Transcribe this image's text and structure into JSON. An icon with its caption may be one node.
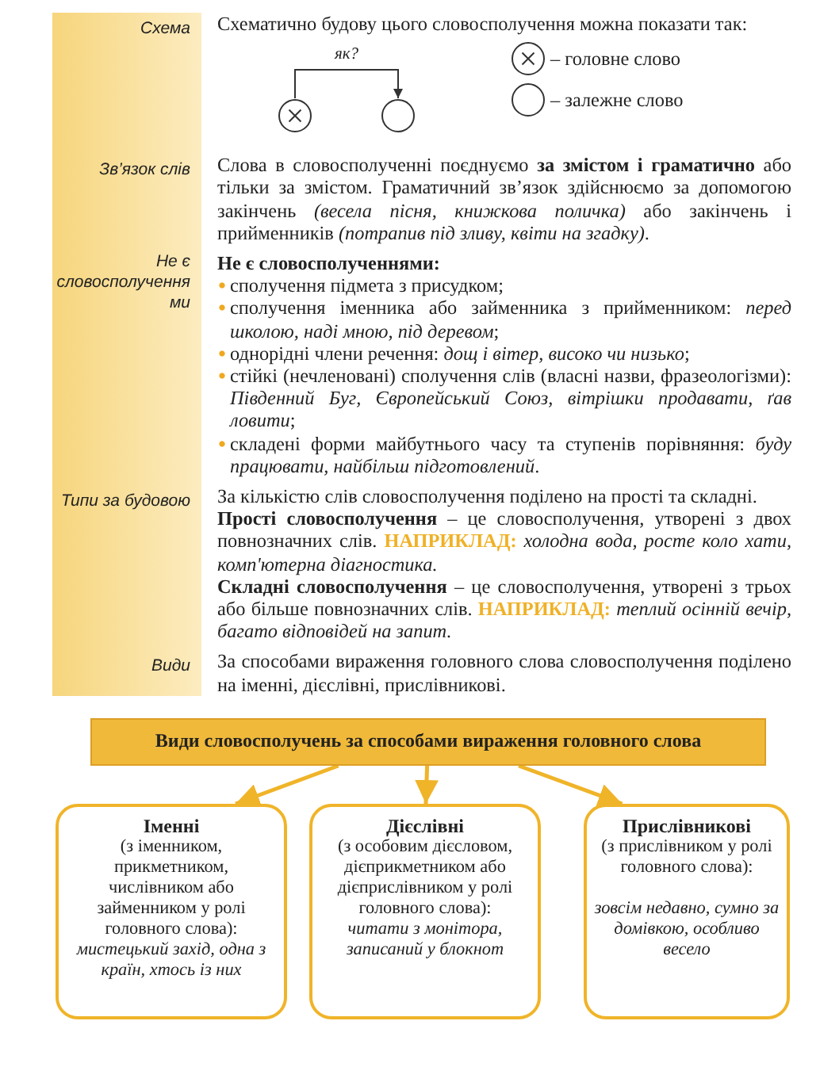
{
  "diagram": {
    "nodes": [
      {
        "text": [],
        "shape": "circle"
      },
      {
        "text": [],
        "shape": "circle"
      },
      {
        "text": [
          "Види словосполучень за способами вираження головного слова"
        ]
      },
      {
        "text": [
          "Іменні",
          "(з іменником, прикметником, числівником або займенником у ролі головного слова):",
          "мистецький захід, одна з країн, хтось із них"
        ]
      },
      {
        "text": [
          "Дієслівні",
          "(з особовим дієсловом, дієприкметником або дієприслівником у ролі головного слова):",
          "читати з монітора, записаний у блокнот"
        ]
      },
      {
        "text": [
          "Прислівникові",
          "(з прислівником у ролі головного слова):",
          "зовсім недавно, сумно за домівкою, особливо весело"
        ]
      }
    ],
    "edges": [
      {
        "from": 0,
        "to": 1,
        "arrow": "to",
        "label": "як?",
        "color": "#333333"
      },
      {
        "from": 2,
        "to": 3,
        "arrow": "to"
      },
      {
        "from": 2,
        "to": 4,
        "arrow": "to"
      },
      {
        "from": 2,
        "to": 5,
        "arrow": "to"
      }
    ],
    "labels": [
      "Схема",
      "Схематично будову цього словосполучення можна показати так:",
      "Зв’язок слів",
      "Слова в словосполученні поєднуємо **за змістом і граматично** або тільки за змістом. Граматичний зв’язок здійснюємо за допомогою закінчень *(весела пісня, книжкова поличка)* або закінчень і прийменників *(потрапив під зливу, квіти на згадку)*.",
      "Не є словосполученнями",
      "Не є словосполученнями:",
      "сполучення підмета з присудком;",
      "сполучення іменника або займенника з прийменником: *перед школою, наді мною, під деревом*;",
      "однорідні члени речення: *дощ і вітер, високо чи низько*;",
      "стійкі (нечленовані) сполучення слів (власні назви, фразеологізми): *Південний Буг, Європейський Союз, вітрішки продавати, ґав ловити*;",
      "складені форми майбутнього часу та ступенів порівняння: *буду працювати, найбільш підготовлений*.",
      "Типи за будовою",
      "За кількістю слів словосполучення поділено на прості та складні.",
      "**Прості словосполучення** – це словосполучення, утворені з двох повнозначних слів. **НАПРИКЛАД:** *холодна вода, росте коло хати, комп'ютерна діагностика.*",
      "**Складні словосполучення** – це словосполучення, утворені з трьох або більше повнозначних слів. **НАПРИКЛАД:** *теплий осінній вечір, багато відповідей на запит.*",
      "Види",
      "За способами вираження головного слова словосполучення поділено на іменні, дієслівні, прислівникові."
    ],
    "legend": [
      {
        "text": "– головне слово"
      },
      {
        "text": "– залежне слово"
      }
    ]
  }
}
